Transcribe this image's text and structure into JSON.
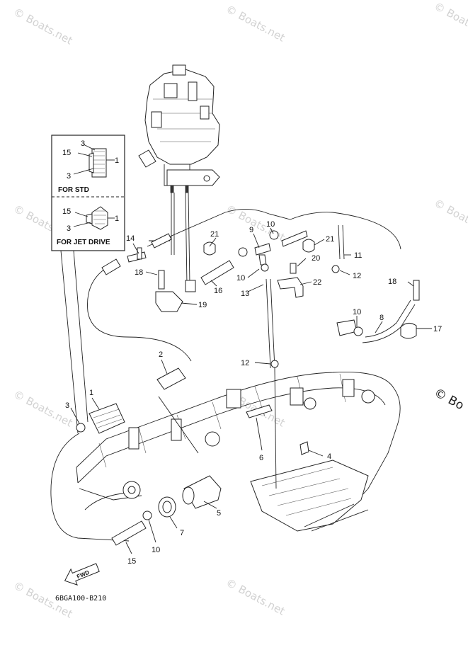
{
  "watermarks": [
    "© Boats.net",
    "© Boats.net",
    "© Boats.net",
    "© Boats.net",
    "© Boats.net",
    "© Boats.net",
    "© Boats.net",
    "© Boats.net",
    "© Boats.net",
    "© Boats.net"
  ],
  "edge_watermark": "© Bo",
  "inset": {
    "std_label": "FOR STD",
    "jet_label": "FOR JET DRIVE",
    "std_callouts": [
      "3",
      "15",
      "1",
      "3"
    ],
    "jet_callouts": [
      "15",
      "1",
      "3"
    ]
  },
  "callouts": [
    "14",
    "21",
    "9",
    "10",
    "21",
    "11",
    "20",
    "12",
    "18",
    "10",
    "16",
    "13",
    "22",
    "19",
    "18",
    "10",
    "8",
    "17",
    "2",
    "12",
    "1",
    "3",
    "6",
    "4",
    "5",
    "7",
    "10",
    "15"
  ],
  "fwd_label": "FWD",
  "diagram_code": "6BGA100-B210"
}
